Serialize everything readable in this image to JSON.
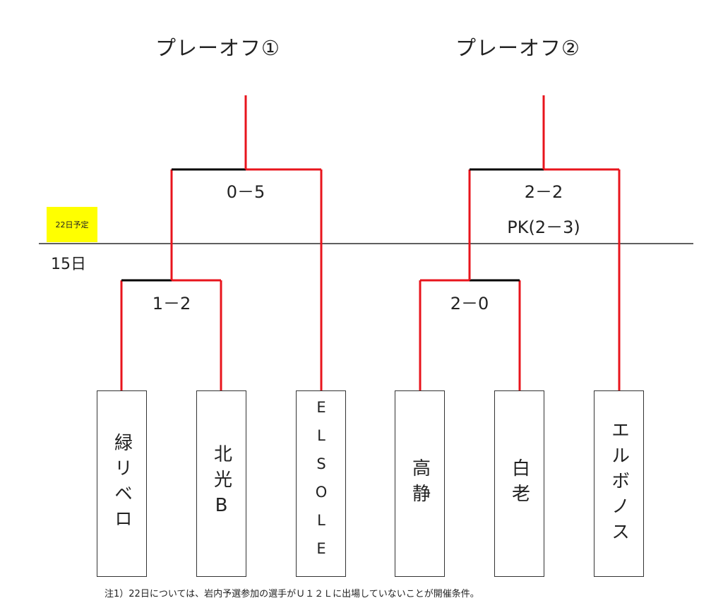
{
  "titles": {
    "playoff1": "プレーオフ①",
    "playoff2": "プレーオフ②"
  },
  "scores": {
    "p1_semi": "1－2",
    "p1_final": "0－5",
    "p2_semi": "2－0",
    "p2_final": "2－2",
    "p2_final_pk": "PK(2－3)"
  },
  "days": {
    "scheduled_badge": "22日予定",
    "day15": "15日"
  },
  "teams": [
    {
      "name": "緑リベロ"
    },
    {
      "name": "北光B"
    },
    {
      "name": "ELSOLE"
    },
    {
      "name": "高静"
    },
    {
      "name": "白老"
    },
    {
      "name": "エルボノス"
    }
  ],
  "footnote": "注1）22日については、岩内予選参加の選手がＵ１２Ｌに出場していないことが開催条件。",
  "colors": {
    "winner_line": "#e8141c",
    "loser_line": "#000000",
    "highlight": "#ffff00"
  }
}
